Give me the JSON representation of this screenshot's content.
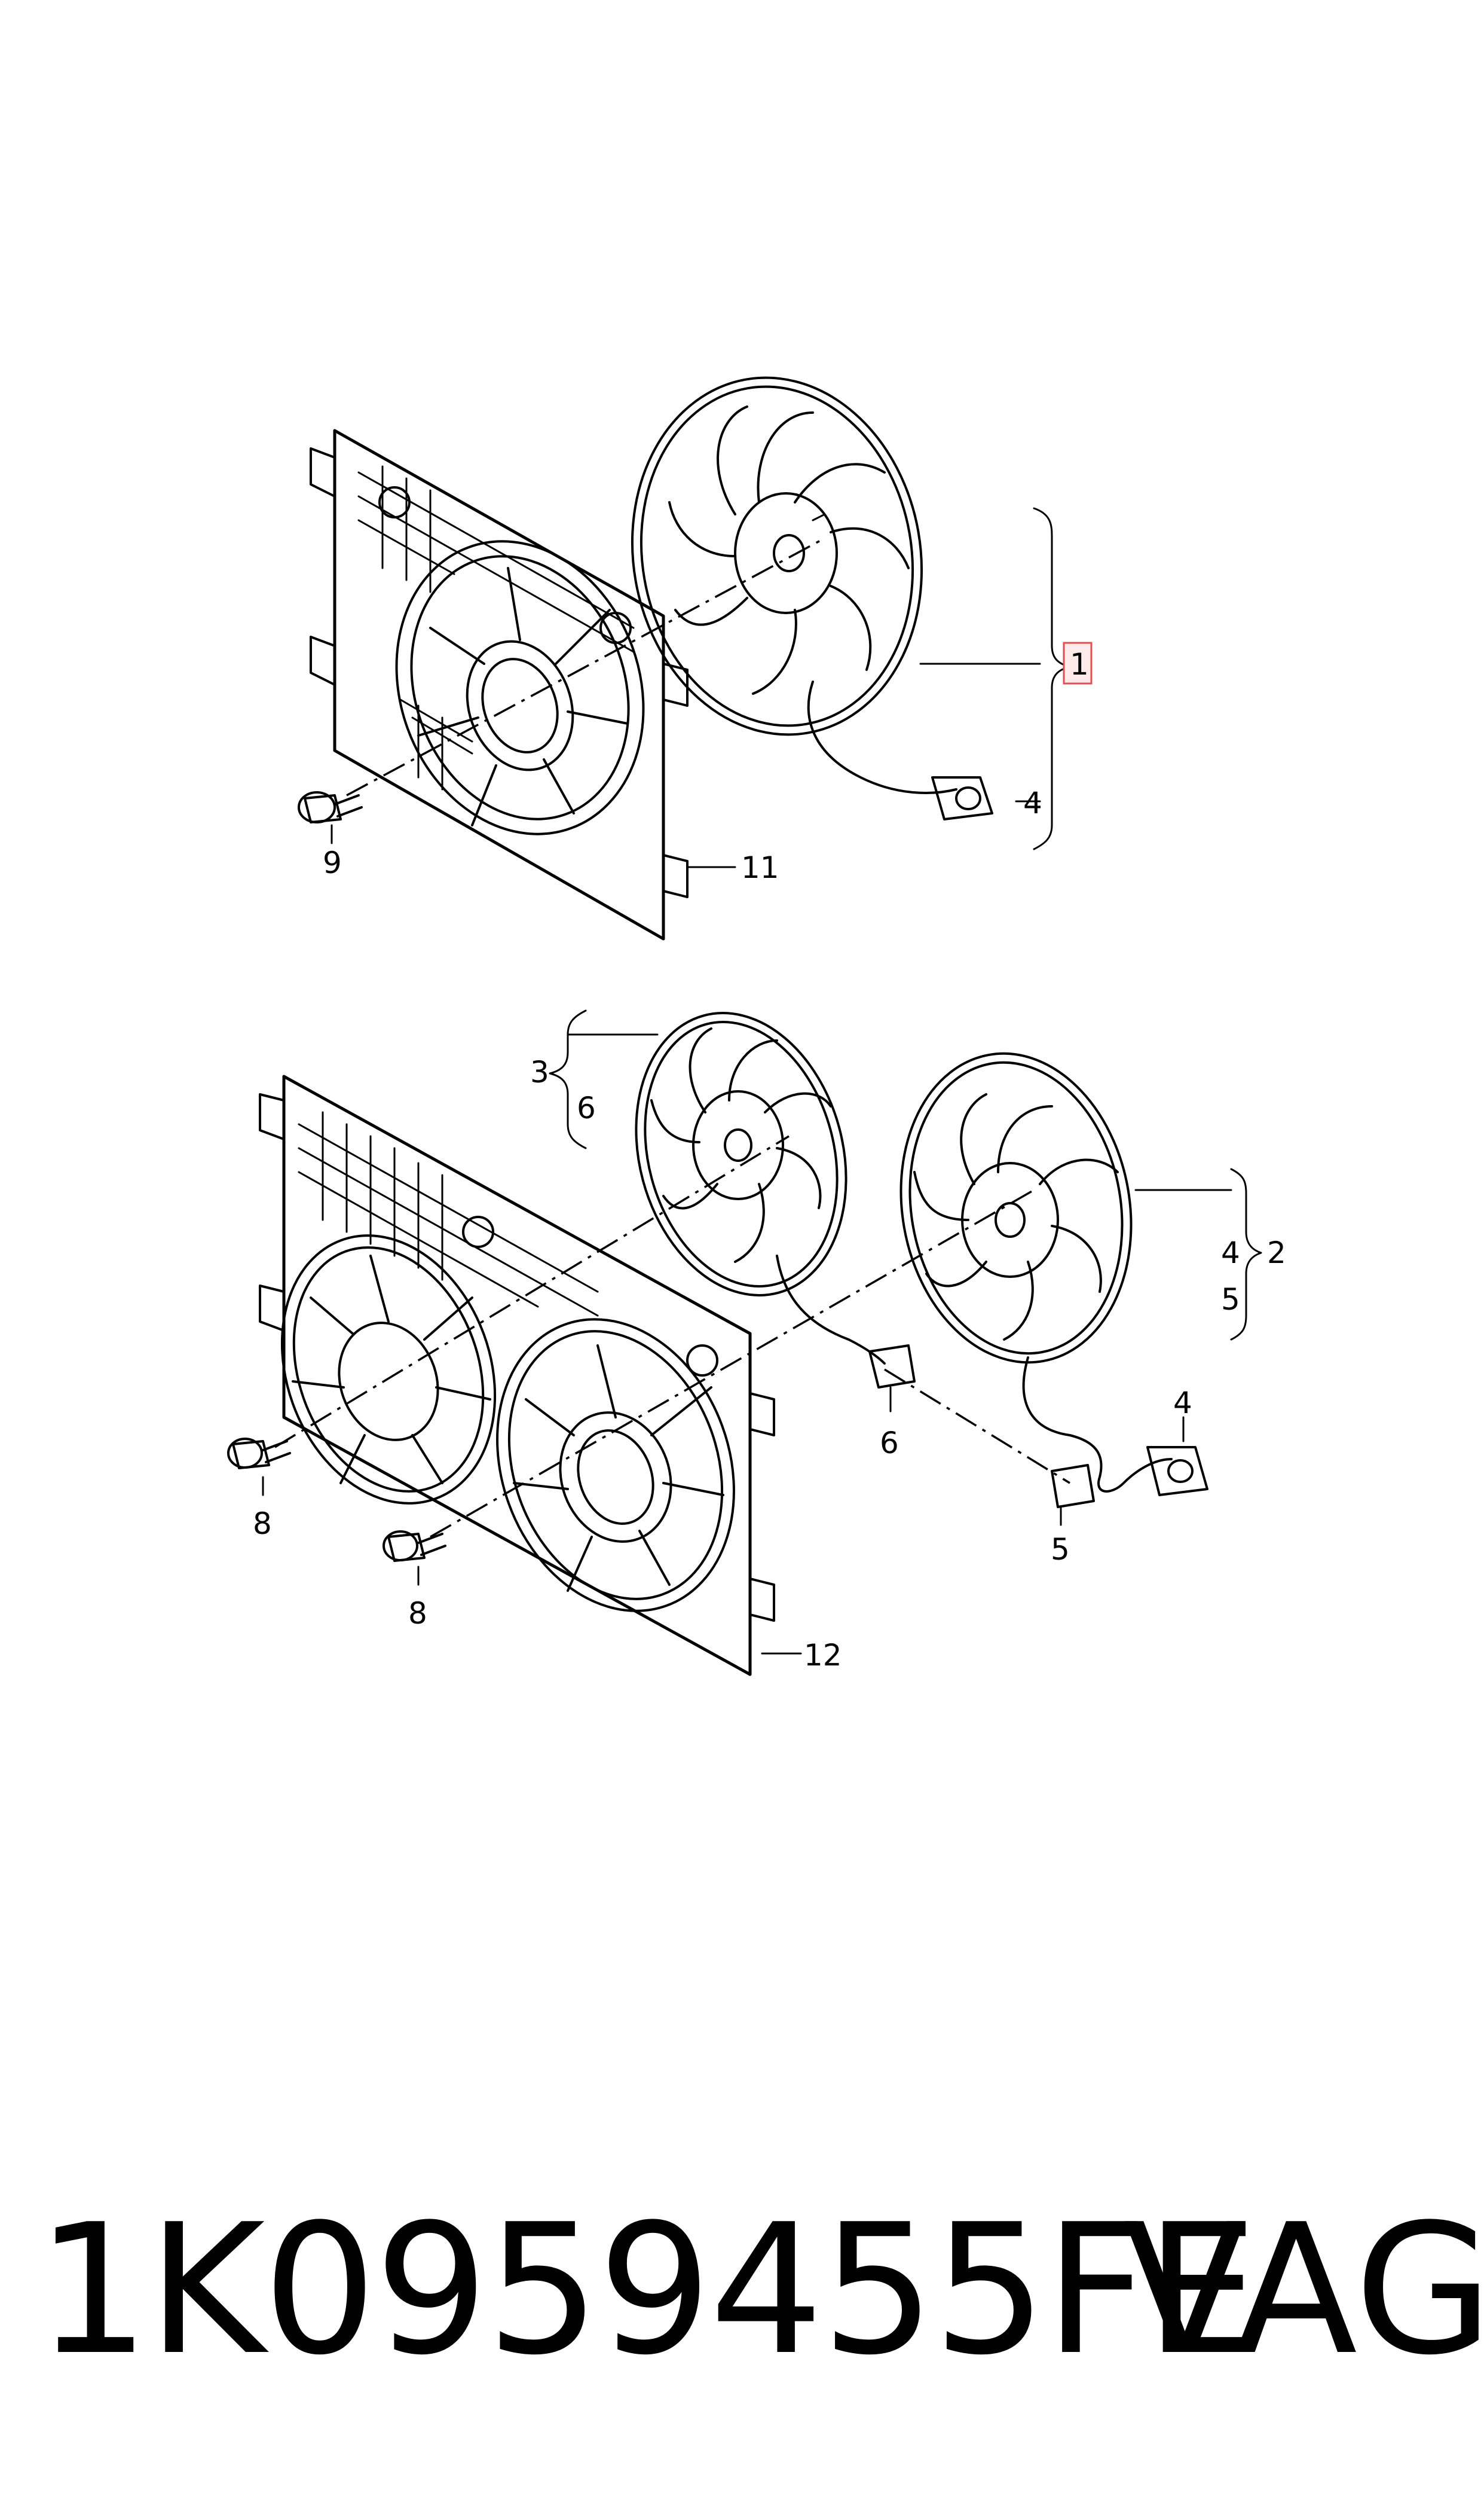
{
  "callouts": {
    "top": {
      "c1": "1",
      "c4": "4",
      "c9": "9",
      "c11": "11"
    },
    "bottom": {
      "c3": "3",
      "c6a": "6",
      "c4": "4",
      "c2": "2",
      "c5": "5",
      "c6b": "6",
      "c4b": "4",
      "c5b": "5",
      "c8a": "8",
      "c8b": "8",
      "c12": "12"
    }
  },
  "footer": {
    "part_number": "1K0959455FE",
    "brand": "VAG"
  },
  "colors": {
    "line": "#000000",
    "highlight_fill": "#ffeaea",
    "highlight_border": "#e05050"
  }
}
